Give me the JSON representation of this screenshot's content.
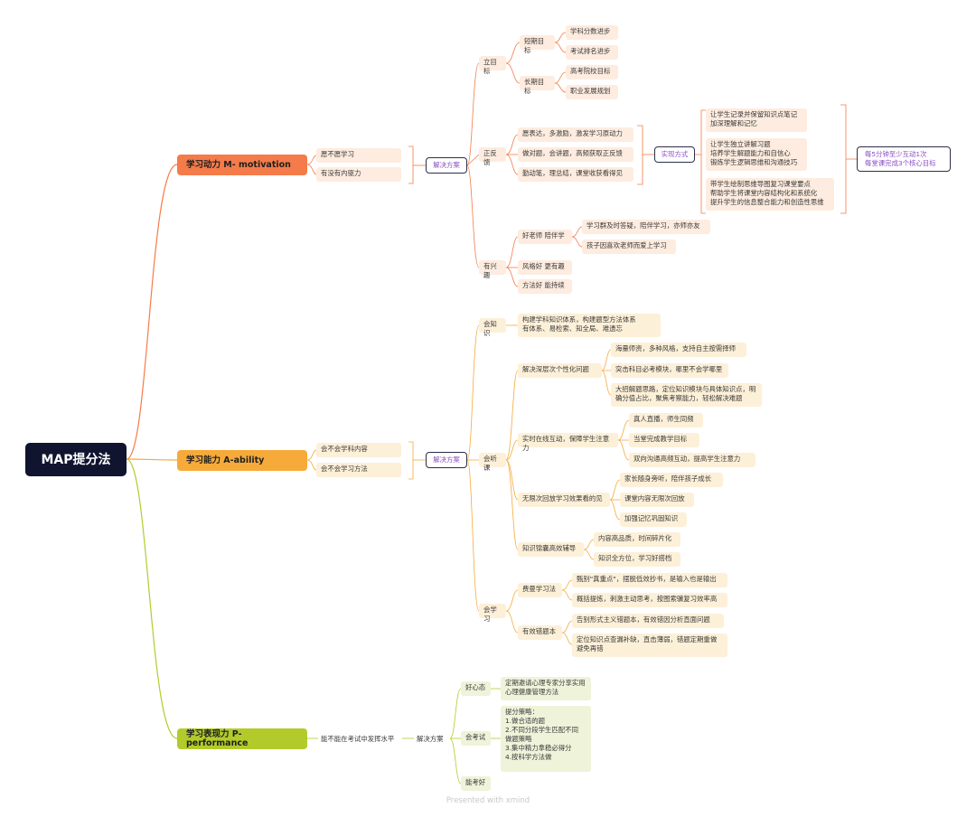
{
  "root": {
    "label": "MAP提分法"
  },
  "m": {
    "label": "学习动力 M- motivation",
    "q1": "愿不愿学习",
    "q2": "有没有内驱力",
    "solution": "解决方案",
    "goal": {
      "label": "立目标",
      "short": "短期目标",
      "short1": "学科分数进步",
      "short2": "考试排名进步",
      "long": "长期目标",
      "long1": "高考院校目标",
      "long2": "职业发展规划"
    },
    "feedback": {
      "label": "正反馈",
      "f1": "愿表达，多激励，激发学习原动力",
      "f2": "做对题，会讲题，高频获取正反馈",
      "f3": "勤动笔，理总结，课堂收获看得见",
      "method": "实现方式",
      "w1": "让学生记录并保留知识点笔记\n加深理解和记忆",
      "w2": "让学生独立讲解习题\n培养学生解题能力和自信心\n锻炼学生逻辑思维和沟通技巧",
      "w3": "带学生绘制思维导图复习课堂要点\n帮助学生将课堂内容结构化和系统化\n提升学生的信息整合能力和创造性思维",
      "target": "每5分钟至少互动1次\n每堂课完成3个核心目标"
    },
    "interest": {
      "label": "有兴趣",
      "i1": "好老师 陪伴学",
      "i1a": "学习群及时答疑，陪伴学习，亦师亦友",
      "i1b": "孩子因喜欢老师而爱上学习",
      "i2": "风格好 更有趣",
      "i3": "方法好 能持续"
    }
  },
  "a": {
    "label": "学习能力 A-ability",
    "q1": "会不会学科内容",
    "q2": "会不会学习方法",
    "solution": "解决方案",
    "know": {
      "label": "会知识",
      "desc": "构建学科知识体系，构建题型方法体系\n有体系、易检索、知全局、难遗忘"
    },
    "listen": {
      "label": "会听课",
      "s1": "解决深层次个性化问题",
      "s1a": "海量师资，多种风格，支持自主按需择师",
      "s1b": "突击科目必考模块，哪里不会学哪里",
      "s1c": "大招解题思路，定位知识模块与具体知识点，明\n确分值占比，聚焦考察能力，轻松解决难题",
      "s2": "实时在线互动，保障学生注意力",
      "s2a": "真人直播，师生同频",
      "s2b": "当堂完成教学目标",
      "s2c": "双向沟通高频互动，提高学生注意力",
      "s3": "无限次回放学习效果看的见",
      "s3a": "家长随身旁听，陪伴孩子成长",
      "s3b": "课堂内容无限次回放",
      "s3c": "加强记忆巩固知识",
      "s4": "知识锦囊高效辅导",
      "s4a": "内容高品质，时间碎片化",
      "s4b": "知识全方位，学习好搭档"
    },
    "learn": {
      "label": "会学习",
      "l1": "费曼学习法",
      "l1a": "甄别\"真重点\"，摆脱低效抄书，是输入也是输出",
      "l1b": "概括提炼，刺激主动思考，按图索骥复习效率高",
      "l2": "有效错题本",
      "l2a": "告别形式主义错题本，有效错因分析直面问题",
      "l2b": "定位知识点查漏补缺，直击薄弱，错题定期重做\n避免再错"
    }
  },
  "p": {
    "label": "学习表现力 P-performance",
    "q1": "能不能在考试中发挥水平",
    "solution": "解决方案",
    "mind": {
      "label": "好心态",
      "desc": "定期邀请心理专家分享实用\n心理健康管理方法"
    },
    "exam": {
      "label": "会考试",
      "desc": "提分策略：\n1.做合适的题\n2.不同分段学生匹配不同\n    做题策略\n3.集中精力拿稳必得分\n4.按科学方法做"
    },
    "good": {
      "label": "能考好"
    }
  },
  "watermark": "Presented with xmind",
  "colors": {
    "motivation": "#f47b4a",
    "ability": "#f6aa3a",
    "performance": "#b3cb2a",
    "root": "#10142f",
    "box_text": "#8a4fc6"
  }
}
